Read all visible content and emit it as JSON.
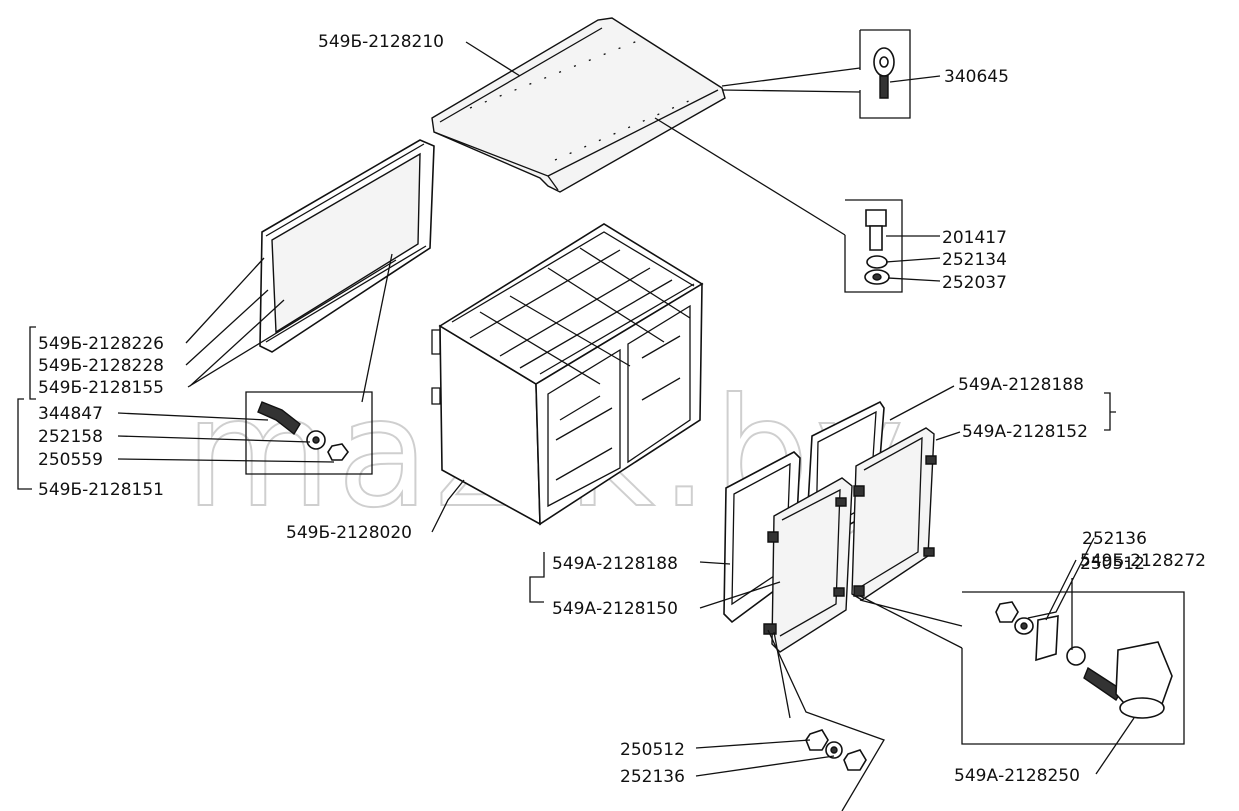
{
  "watermark": "mazlk.by",
  "labels": {
    "roof": "549Б-2128210",
    "screw_roof": "340645",
    "bolt": "201417",
    "washer_a": "252134",
    "washer_b": "252037",
    "seal_1": "549Б-2128226",
    "seal_2": "549Б-2128228",
    "glass_rear": "549Б-2128155",
    "stud": "344847",
    "washer_c": "252158",
    "nut_c": "250559",
    "group_left": "549Б-2128151",
    "frame": "549Б-2128020",
    "door_seal_right": "549А-2128188",
    "door_right": "549А-2128152",
    "door_seal_left": "549А-2128188",
    "door_left": "549А-2128150",
    "washer_d": "252136",
    "plate": "549Б-2128272",
    "nut_d": "250512",
    "hinge": "549А-2128250",
    "nut_e": "250512",
    "washer_e": "252136"
  }
}
